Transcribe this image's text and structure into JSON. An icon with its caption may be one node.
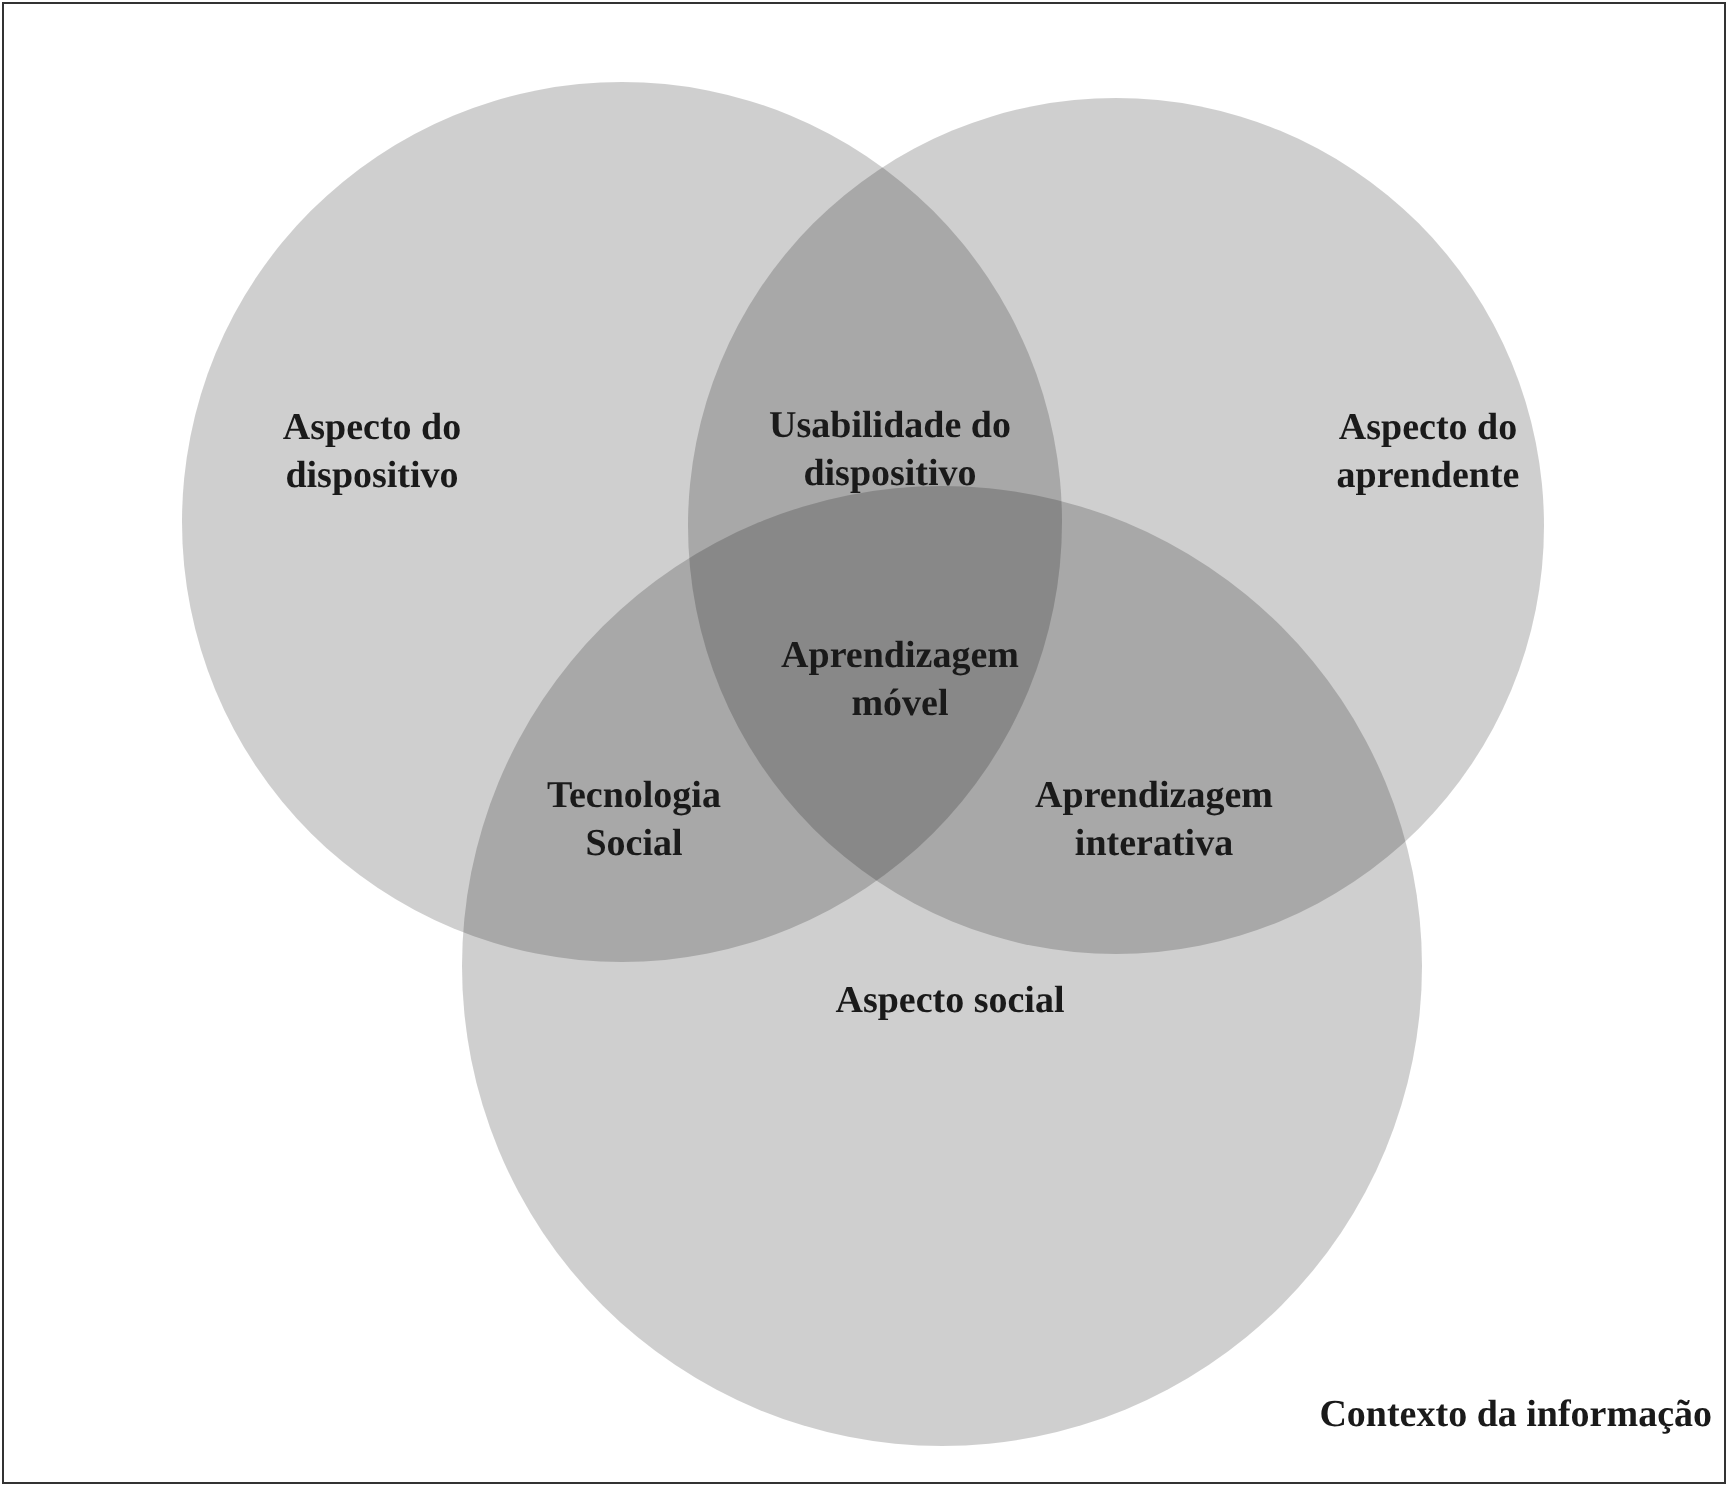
{
  "diagram": {
    "nodes": [
      {
        "text": [
          "Contexto da informação"
        ]
      },
      {
        "text": [
          "Aspecto do dispositivo"
        ],
        "in": 0
      },
      {
        "text": [
          "Aspecto do aprendente"
        ],
        "in": 0
      },
      {
        "text": [
          "Aspecto social"
        ],
        "in": 0
      }
    ],
    "labels": [
      "Usabilidade do dispositivo",
      "Aprendizagem móvel",
      "Tecnologia Social",
      "Aprendizagem interativa"
    ]
  }
}
